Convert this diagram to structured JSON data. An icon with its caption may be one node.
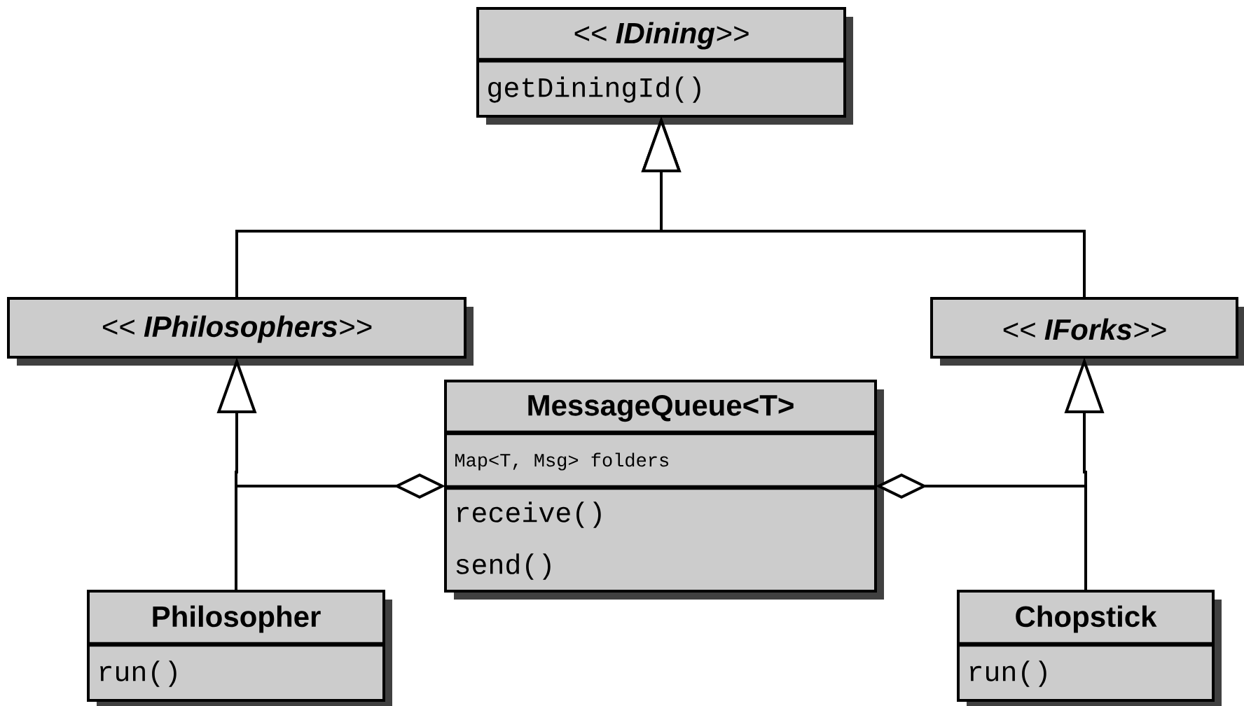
{
  "diagram": {
    "nodes": [
      {
        "text": [
          "<< **IDining**>>",
          "getDiningId()"
        ]
      },
      {
        "text": [
          "<< **IPhilosophers**>>"
        ]
      },
      {
        "text": [
          "<< **IForks**>>"
        ]
      },
      {
        "text": [
          "MessageQueue<T>",
          "Map<T, Msg> folders",
          "receive()",
          "send()"
        ]
      },
      {
        "text": [
          "Philosopher",
          "run()"
        ]
      },
      {
        "text": [
          "Chopstick",
          "run()"
        ]
      }
    ],
    "edges": [
      {
        "from": 1,
        "to": 0,
        "arrow": "to"
      },
      {
        "from": 2,
        "to": 0,
        "arrow": "to"
      },
      {
        "from": 4,
        "to": 1,
        "arrow": "to"
      },
      {
        "from": 5,
        "to": 2,
        "arrow": "to"
      },
      {
        "from": 4,
        "to": 3,
        "arrow": "other"
      },
      {
        "from": 5,
        "to": 3,
        "arrow": "other"
      }
    ]
  }
}
